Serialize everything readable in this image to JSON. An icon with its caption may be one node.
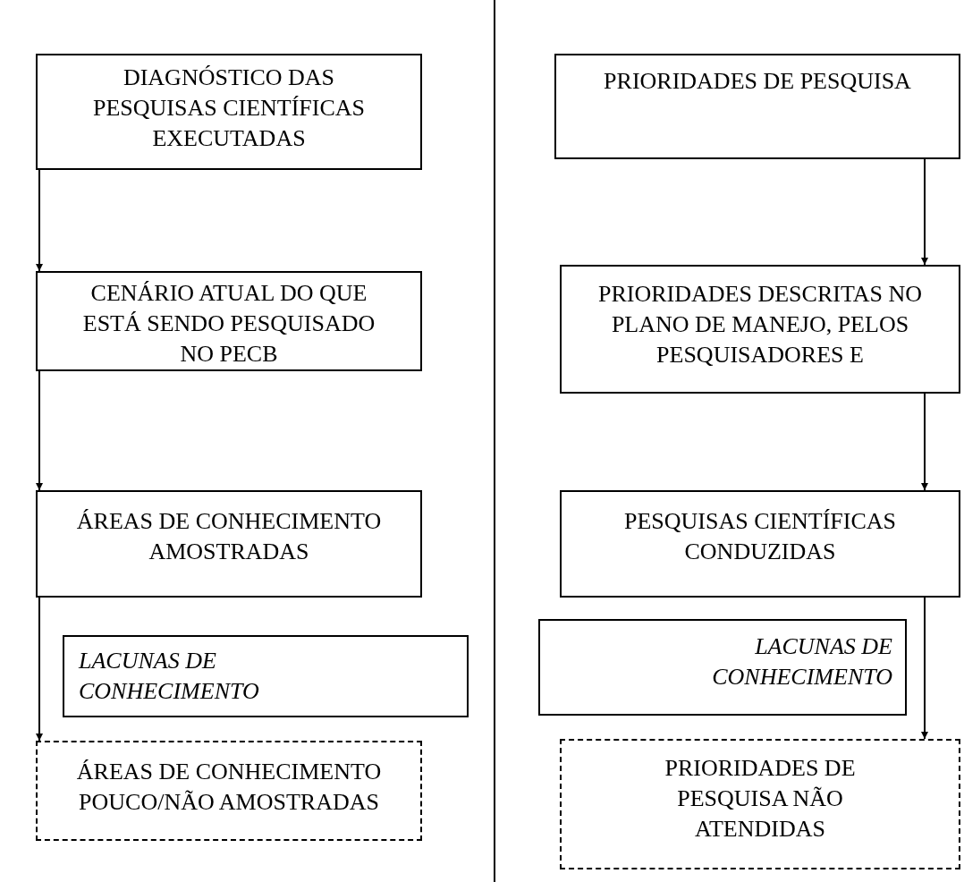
{
  "diagram": {
    "nodes": [
      {
        "text": [
          "DIAGNÓSTICO DAS PESQUISAS CIENTÍFICAS EXECUTADAS"
        ]
      },
      {
        "text": [
          "CENÁRIO ATUAL DO QUE ESTÁ SENDO PESQUISADO NO PECB"
        ]
      },
      {
        "text": [
          "ÁREAS DE CONHECIMENTO AMOSTRADAS"
        ]
      },
      {
        "text": [
          "LACUNAS DE CONHECIMENTO"
        ]
      },
      {
        "text": [
          "ÁREAS DE CONHECIMENTO POUCO/NÃO AMOSTRADAS"
        ]
      },
      {
        "text": [
          "PRIORIDADES DE PESQUISA"
        ]
      },
      {
        "text": [
          "PRIORIDADES DESCRITAS NO PLANO DE MANEJO, PELOS PESQUISADORES E"
        ]
      },
      {
        "text": [
          "PESQUISAS CIENTÍFICAS CONDUZIDAS"
        ]
      },
      {
        "text": [
          "LACUNAS DE CONHECIMENTO"
        ]
      },
      {
        "text": [
          "PRIORIDADES DE PESQUISA NÃO ATENDIDAS"
        ]
      }
    ],
    "edges": [
      {
        "from": 0,
        "to": 1,
        "arrow": "to"
      },
      {
        "from": 1,
        "to": 2,
        "arrow": "to"
      },
      {
        "from": 2,
        "to": 4,
        "arrow": "to"
      },
      {
        "from": 5,
        "to": 6,
        "arrow": "to"
      },
      {
        "from": 6,
        "to": 7,
        "arrow": "to"
      },
      {
        "from": 7,
        "to": 9,
        "arrow": "to"
      }
    ]
  }
}
